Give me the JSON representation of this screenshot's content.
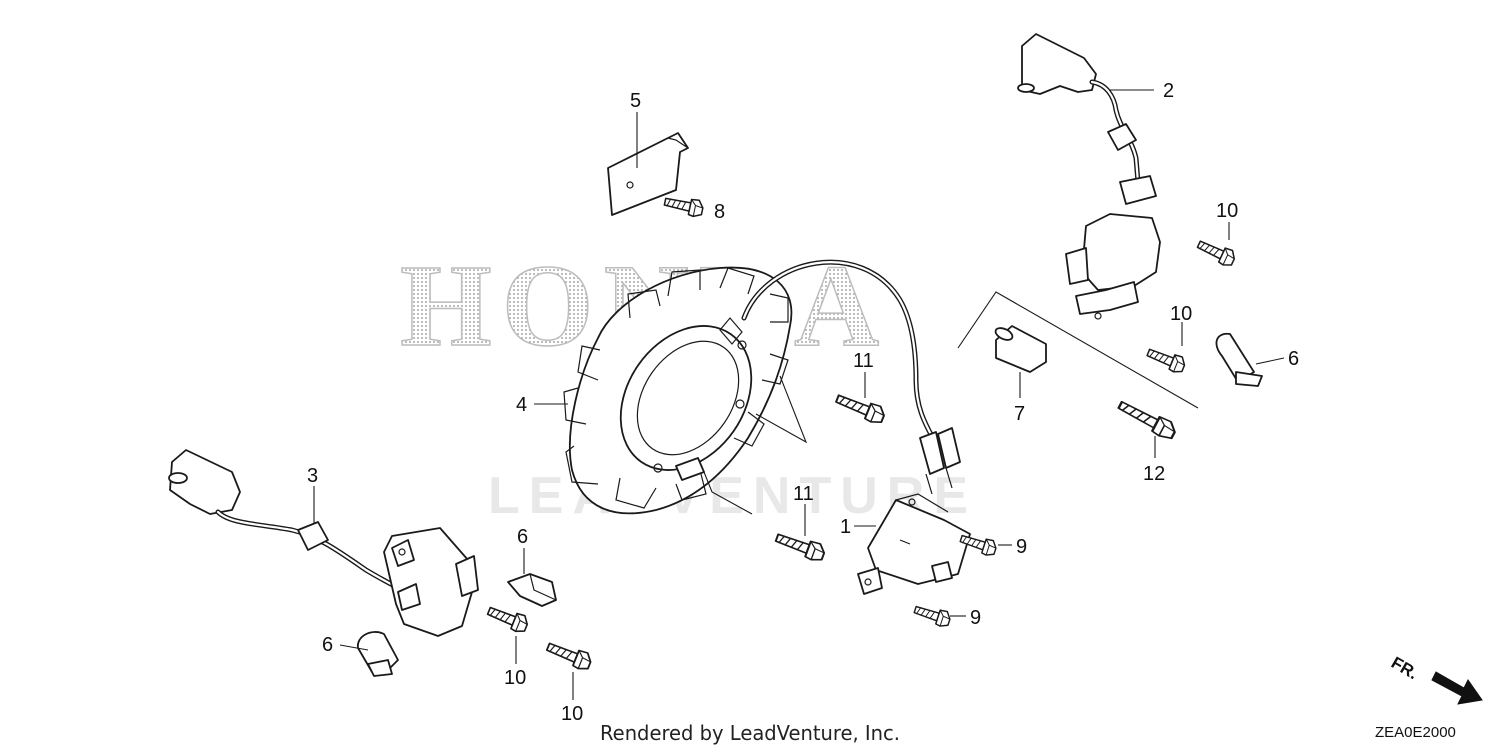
{
  "watermark": {
    "brand": "HONDA",
    "vendor": "LEADVENTURE"
  },
  "footer": {
    "rendered_by": "Rendered by LeadVenture, Inc.",
    "diagram_code": "ZEA0E2000"
  },
  "direction_label": "FR.",
  "callouts": {
    "c1": "1",
    "c2": "2",
    "c3": "3",
    "c4": "4",
    "c5": "5",
    "c6a": "6",
    "c6b": "6",
    "c6c": "6",
    "c7": "7",
    "c8": "8",
    "c9a": "9",
    "c9b": "9",
    "c10a": "10",
    "c10b": "10",
    "c10c": "10",
    "c10d": "10",
    "c11a": "11",
    "c11b": "11",
    "c12": "12"
  },
  "colors": {
    "line": "#1a1a1a",
    "background": "#ffffff"
  }
}
